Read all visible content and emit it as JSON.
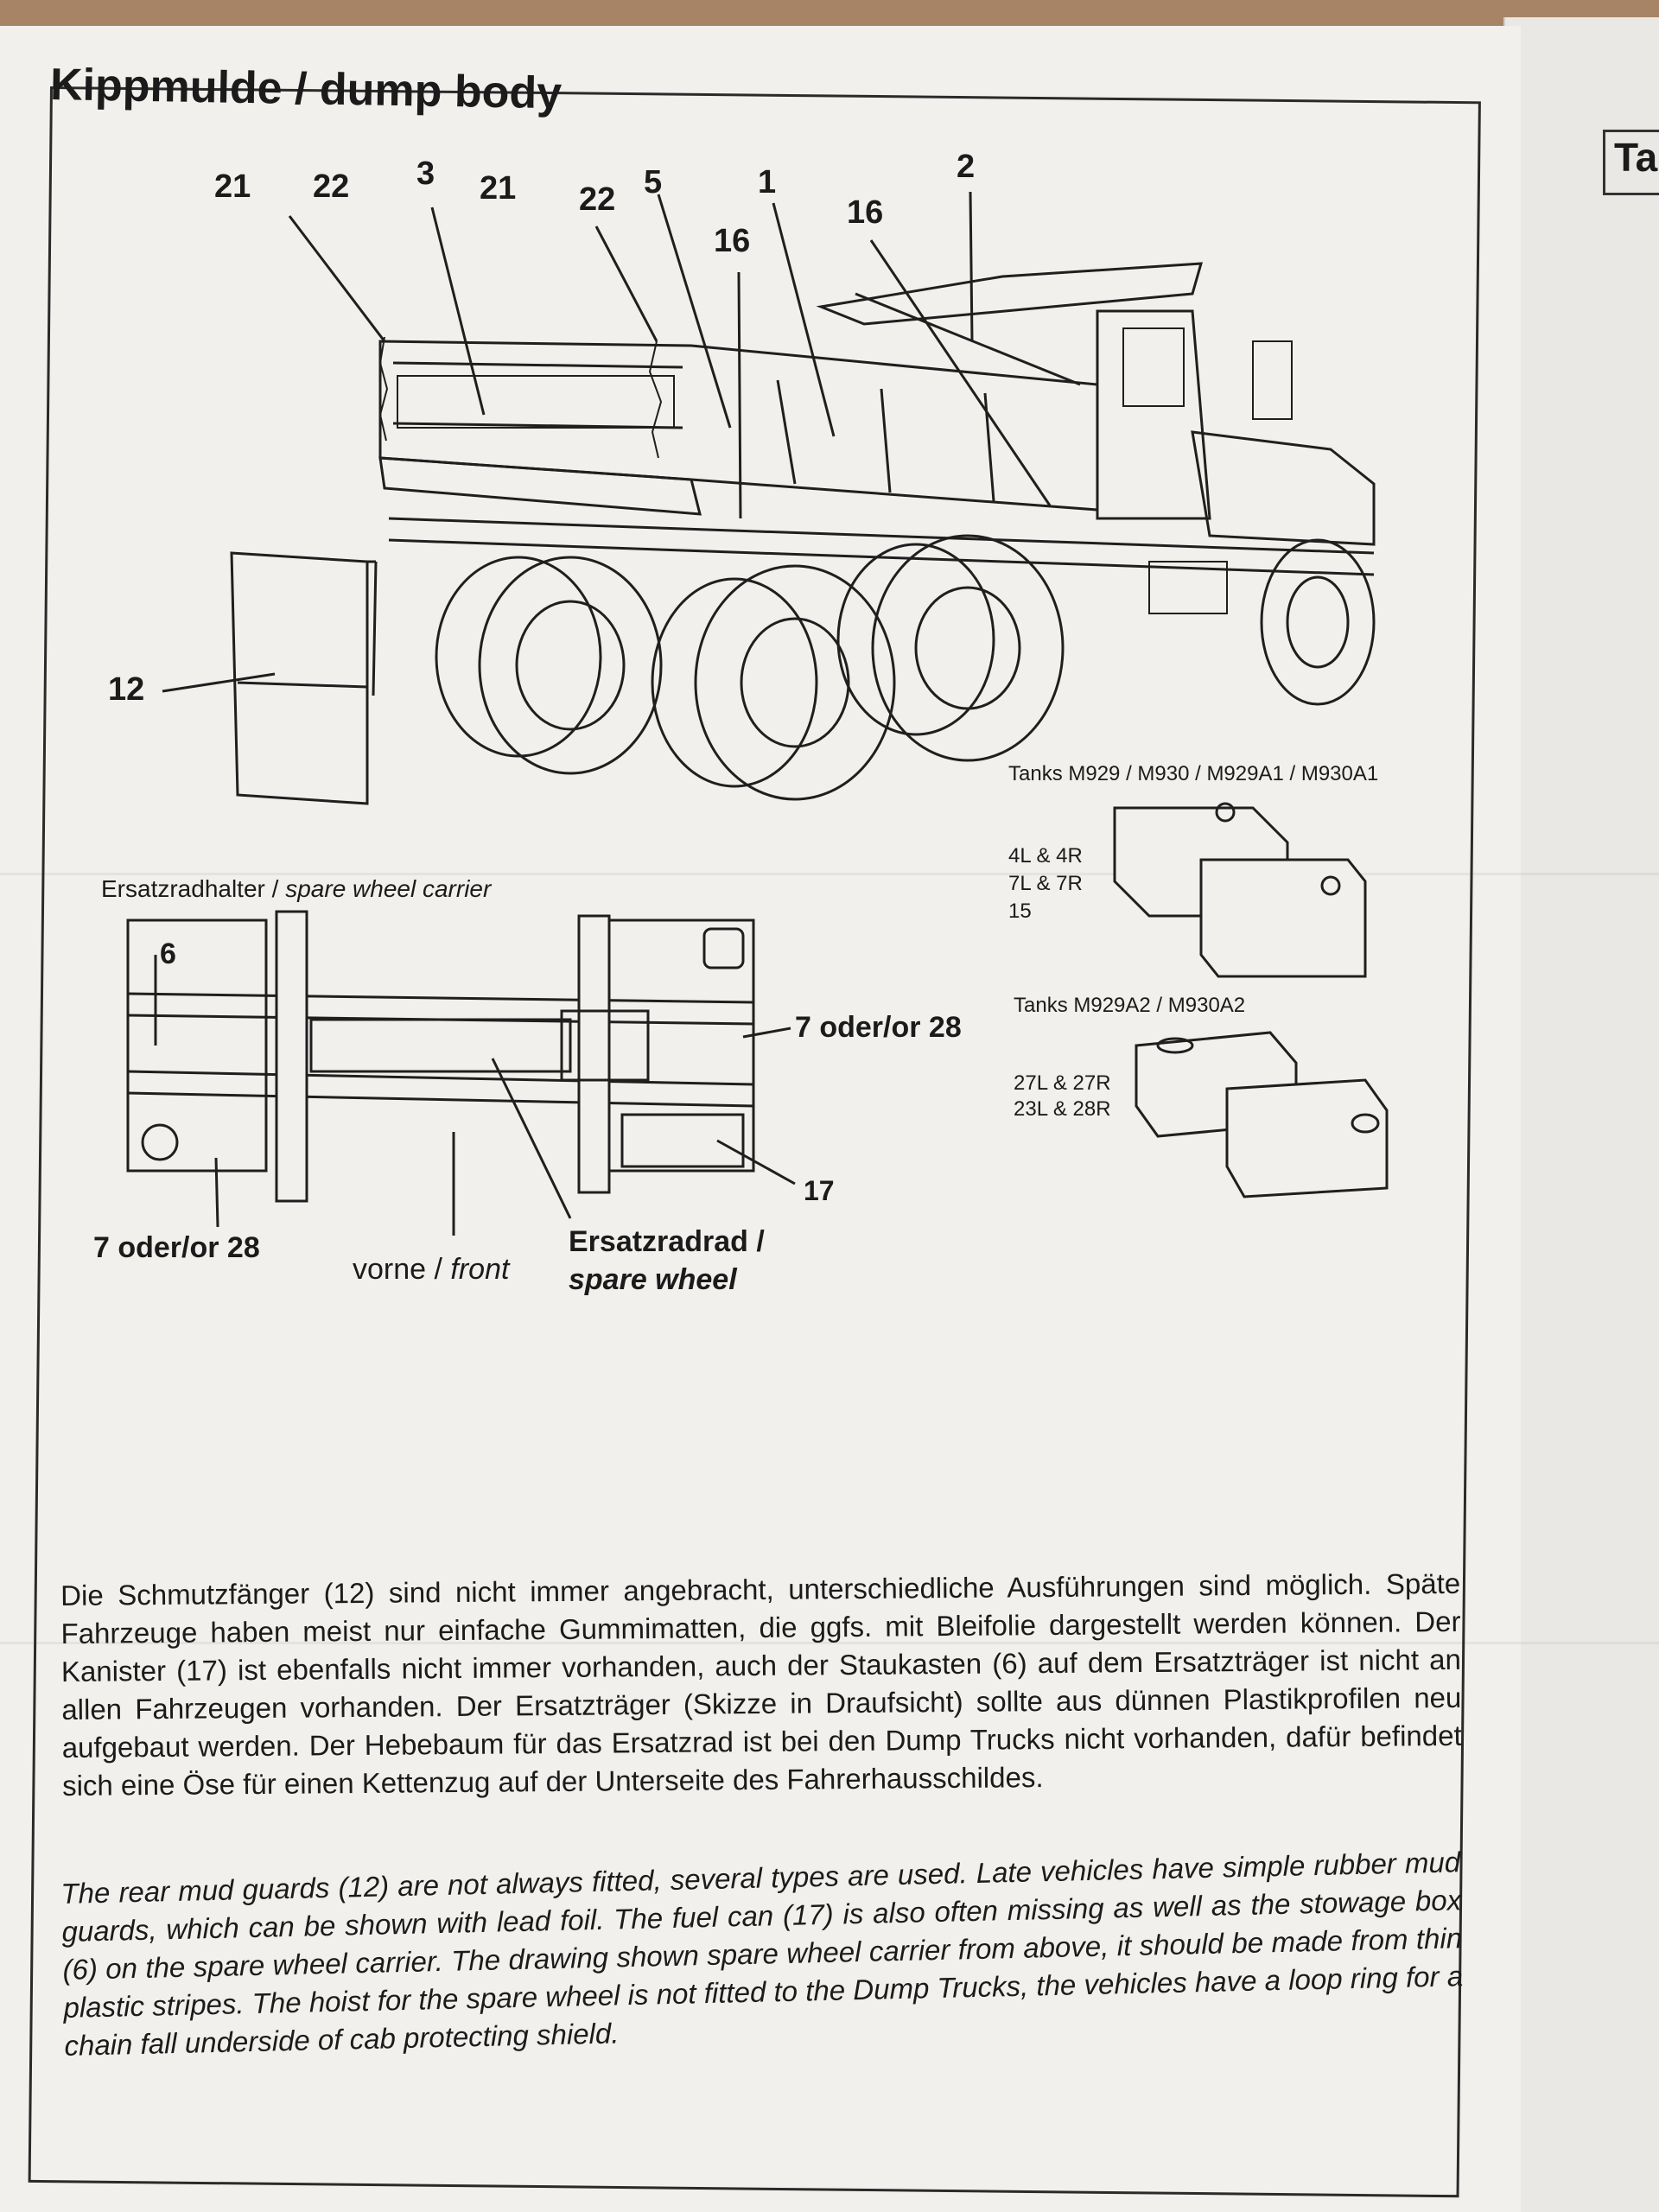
{
  "page": {
    "title": "Kippmulde / dump body",
    "next_page_title_fragment": "Ta"
  },
  "truck_callouts": [
    "21",
    "22",
    "3",
    "21",
    "22",
    "5",
    "1",
    "16",
    "16",
    "2",
    "12"
  ],
  "tanks": {
    "early": {
      "heading": "Tanks M929 / M930 / M929A1 / M930A1",
      "parts": [
        "4L & 4R",
        "7L & 7R",
        "15"
      ]
    },
    "late": {
      "heading": "Tanks M929A2 / M930A2",
      "parts": [
        "27L & 27R",
        "23L & 28R"
      ]
    }
  },
  "spare_carrier": {
    "heading_de": "Ersatzradhalter",
    "heading_sep": " / ",
    "heading_en": "spare wheel carrier",
    "callouts": {
      "six": "6",
      "right": "7 oder/or 28",
      "left": "7 oder/or 28",
      "seventeen": "17",
      "front_de": "vorne",
      "front_sep": " / ",
      "front_en": "front",
      "spare_de": "Ersatzradrad /",
      "spare_en": "spare wheel"
    }
  },
  "text": {
    "german": "Die Schmutzfänger (12) sind nicht immer angebracht, unterschiedliche Ausführungen sind möglich. Späte Fahrzeuge haben meist nur einfache Gummimatten, die ggfs. mit Bleifolie dargestellt werden können. Der Kanister (17) ist ebenfalls nicht immer vorhanden, auch der Staukasten (6) auf dem Ersatzträger ist nicht an allen Fahrzeugen vorhanden. Der Ersatzträger (Skizze in Draufsicht) sollte aus dünnen Plastikprofilen neu aufgebaut werden. Der Hebebaum für das Ersatzrad ist bei den Dump Trucks nicht vorhanden, dafür befindet sich eine Öse für einen Kettenzug auf der Unterseite des Fahrerhausschildes.",
    "english": "The rear mud guards (12) are not always fitted, several types are used. Late vehicles have simple rubber mud guards, which can be shown with lead foil. The fuel can (17) is also often missing as well as the stowage box (6) on the spare wheel carrier. The drawing shown spare wheel carrier from above, it should be made from thin plastic stripes. The hoist for the spare wheel is not fitted to the Dump Trucks, the vehicles have a loop  ring for a chain fall underside of cab protecting shield."
  }
}
